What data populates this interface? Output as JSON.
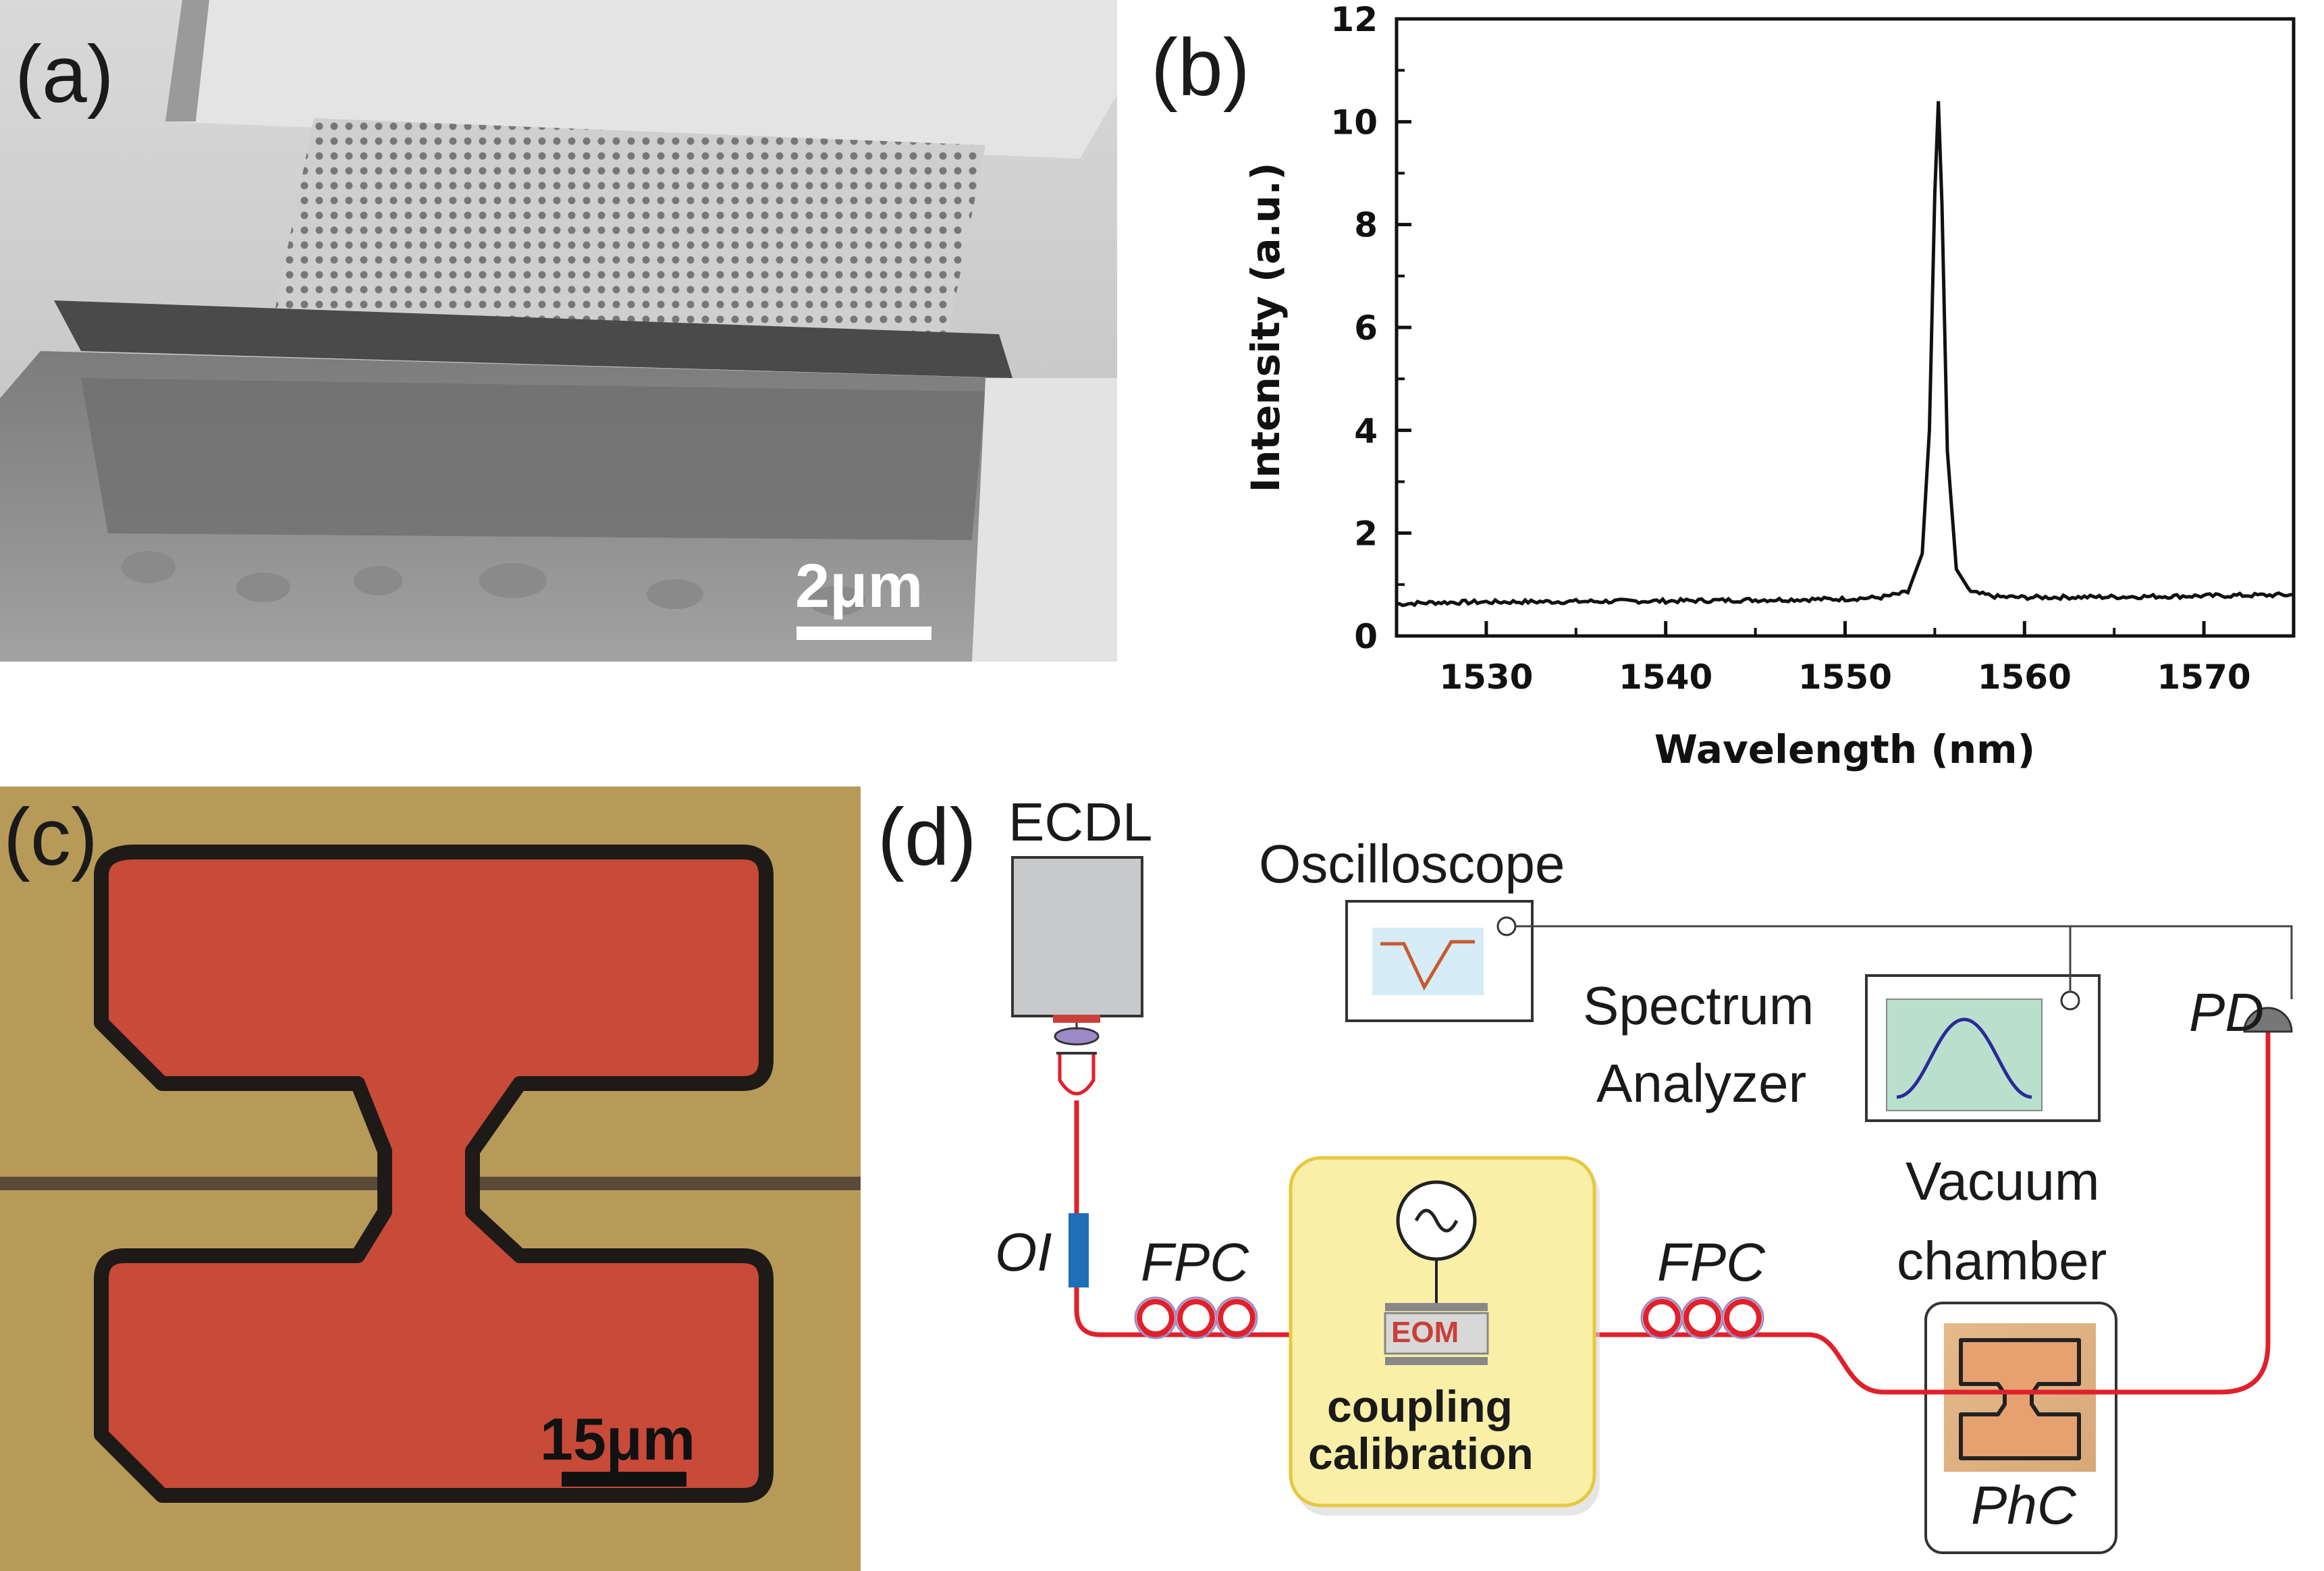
{
  "panels": {
    "a": {
      "label": "(a)",
      "scale_bar": "2μm"
    },
    "b": {
      "label": "(b)"
    },
    "c": {
      "label": "(c)",
      "scale_bar": "15μm"
    },
    "d": {
      "label": "(d)",
      "ecdl": "ECDL",
      "oscilloscope": "Oscilloscope",
      "spectrum_line1": "Spectrum",
      "spectrum_line2": "Analyzer",
      "pd": "PD",
      "oi": "OI",
      "fpc_left": "FPC",
      "fpc_right": "FPC",
      "vacuum_line1": "Vacuum",
      "vacuum_line2": "chamber",
      "eom": "EOM",
      "coupling_line1": "coupling",
      "coupling_line2": "calibration",
      "phc": "PhC"
    }
  },
  "chart_data": {
    "type": "line",
    "xlabel": "Wavelength (nm)",
    "ylabel": "Intensity (a.u.)",
    "xlim": [
      1525,
      1575
    ],
    "ylim": [
      0,
      12
    ],
    "xticks": [
      1530,
      1540,
      1550,
      1560,
      1570
    ],
    "yticks": [
      0,
      2,
      4,
      6,
      8,
      10,
      12
    ],
    "grid": false,
    "series": [
      {
        "x": [
          1525,
          1527,
          1530,
          1535,
          1540,
          1545,
          1550,
          1552,
          1553.5,
          1554.3,
          1554.7,
          1555.0,
          1555.2,
          1555.4,
          1555.7,
          1556.2,
          1557,
          1558.5,
          1560,
          1565,
          1570,
          1575
        ],
        "y": [
          0.62,
          0.65,
          0.66,
          0.67,
          0.68,
          0.7,
          0.72,
          0.75,
          0.85,
          1.6,
          4.0,
          8.6,
          10.4,
          8.4,
          3.6,
          1.3,
          0.85,
          0.76,
          0.75,
          0.76,
          0.78,
          0.8
        ]
      }
    ]
  },
  "colors": {
    "micrograph_bg": "#b89a58",
    "membrane": "#c84a38",
    "fiber": "#e0202a",
    "coupling_box": "#f9efa6",
    "oi_blue": "#1f6fb5"
  }
}
